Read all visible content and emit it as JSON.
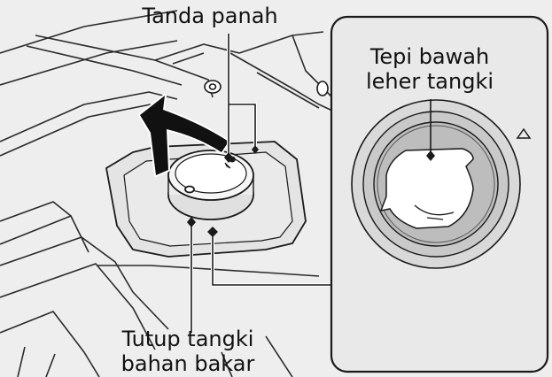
{
  "labels": {
    "arrow_mark": "Tanda panah",
    "lower_edge": [
      "Tepi bawah",
      "leher tangki"
    ],
    "fuel_cap": [
      "Tutup tangki",
      "bahan bakar"
    ]
  },
  "icons": {
    "turn_arrow": "counterclockwise-arrow-icon",
    "marker": "triangle-marker-icon"
  },
  "colors": {
    "background": "#eeeeee",
    "inset_panel": "#e9e9e9",
    "line": "#1a1a1a",
    "arrow_fill": "#111111"
  }
}
